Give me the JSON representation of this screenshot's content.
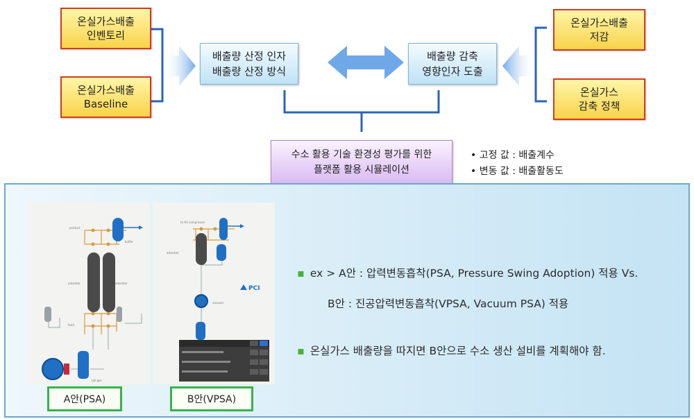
{
  "top": {
    "left_boxes": [
      {
        "line1": "온실가스배출",
        "line2": "인벤토리"
      },
      {
        "line1": "온실가스배출",
        "line2": "Baseline"
      }
    ],
    "right_boxes": [
      {
        "line1": "온실가스배출",
        "line2": "저감"
      },
      {
        "line1": "온실가스",
        "line2": "감축 정책"
      }
    ],
    "center_left": {
      "line1": "배출량 산정 인자",
      "line2": "배출량 산정 방식"
    },
    "center_right": {
      "line1": "배출량 감축",
      "line2": "영향인자 도출"
    },
    "bottom_box": {
      "line1": "수소 활용 기술 환경성 평가를 위한",
      "line2": "플랫폼 활용 시뮬레이션"
    },
    "notes": [
      "• 고정 값 : 배출계수",
      "• 변동 값 : 배출활동도"
    ]
  },
  "panel": {
    "label_a": "A안(PSA)",
    "label_b": "B안(VPSA)",
    "pci_text": "PCI",
    "bullet1_line1": "ex > A안 : 압력변동흡착(PSA, Pressure  Swing Adoption) 적용 Vs.",
    "bullet1_line2": "B안 : 진공압력변동흡착(VPSA, Vacuum PSA) 적용",
    "bullet2": "온실가스 배출량을 따지면 B안으로 수소 생산 설비를  계획해야 함."
  },
  "colors": {
    "yellow_box": "#f8d34a",
    "red_border": "#d23b1e",
    "blue_box": "#bfe2f6",
    "purple_box": "#d9b9f2",
    "connector": "#2a63b8",
    "arrow": "#6fa8e8",
    "panel_border": "#6aa7cf",
    "label_border": "#37b34a",
    "bullet": "#47b23a",
    "vessel": "#4a4a4a",
    "blue_equipment": "#1f6fc4"
  }
}
